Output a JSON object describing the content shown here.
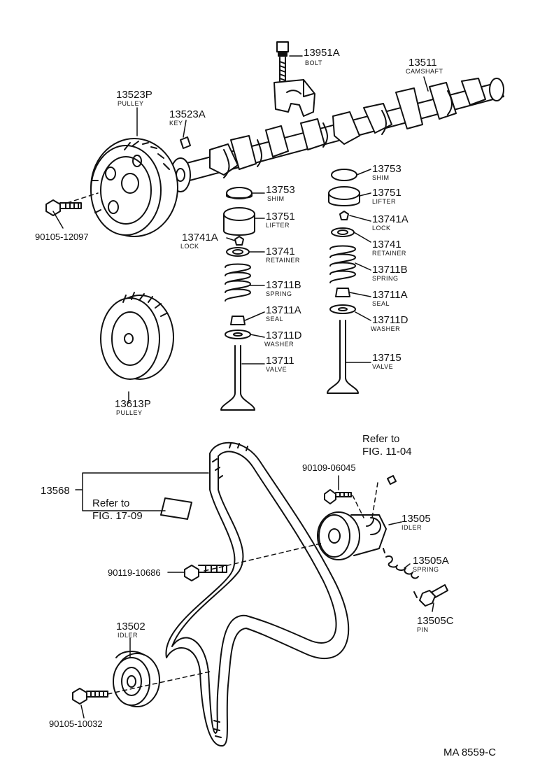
{
  "labels": {
    "bolt_num": "13951A",
    "bolt_name": "BOLT",
    "camshaft_num": "13511",
    "camshaft_name": "CAMSHAFT",
    "pulley_upper_num": "13523P",
    "pulley_upper_name": "PULLEY",
    "key_num": "13523A",
    "key_name": "KEY",
    "pulley_bolt_code": "90105-12097",
    "shim_l_num": "13753",
    "shim_l_name": "SHIM",
    "lifter_l_num": "13751",
    "lifter_l_name": "LIFTER",
    "lock_l_num": "13741A",
    "lock_l_name": "LOCK",
    "retainer_l_num": "13741",
    "retainer_l_name": "RETAINER",
    "spring_l_num": "13711B",
    "spring_l_name": "SPRING",
    "seal_l_num": "13711A",
    "seal_l_name": "SEAL",
    "washer_l_num": "13711D",
    "washer_l_name": "WASHER",
    "valve_l_num": "13711",
    "valve_l_name": "VALVE",
    "shim_r_num": "13753",
    "shim_r_name": "SHIM",
    "lifter_r_num": "13751",
    "lifter_r_name": "LIFTER",
    "lock_r_num": "13741A",
    "lock_r_name": "LOCK",
    "retainer_r_num": "13741",
    "retainer_r_name": "RETAINER",
    "spring_r_num": "13711B",
    "spring_r_name": "SPRING",
    "seal_r_num": "13711A",
    "seal_r_name": "SEAL",
    "washer_r_num": "13711D",
    "washer_r_name": "WASHER",
    "valve_r_num": "13715",
    "valve_r_name": "VALVE",
    "pulley_lower_num": "13613P",
    "pulley_lower_name": "PULLEY",
    "belt_num": "13568",
    "refer_a": "Refer to",
    "fig_a": "FIG. 11-04",
    "refer_b": "Refer to",
    "fig_b": "FIG. 17-09",
    "idler_bolt_code": "90109-06045",
    "idler_num": "13505",
    "idler_name": "IDLER",
    "spring_t_num": "13505A",
    "spring_t_name": "SPRING",
    "idler_bolt2_code": "90119-10686",
    "pin_num": "13505C",
    "pin_name": "PIN",
    "idler2_num": "13502",
    "idler2_name": "IDLER",
    "idler2_bolt_code": "90105-10032",
    "catalog_ref": "MA 8559-C"
  },
  "colors": {
    "ink": "#111111",
    "paper": "#ffffff"
  }
}
